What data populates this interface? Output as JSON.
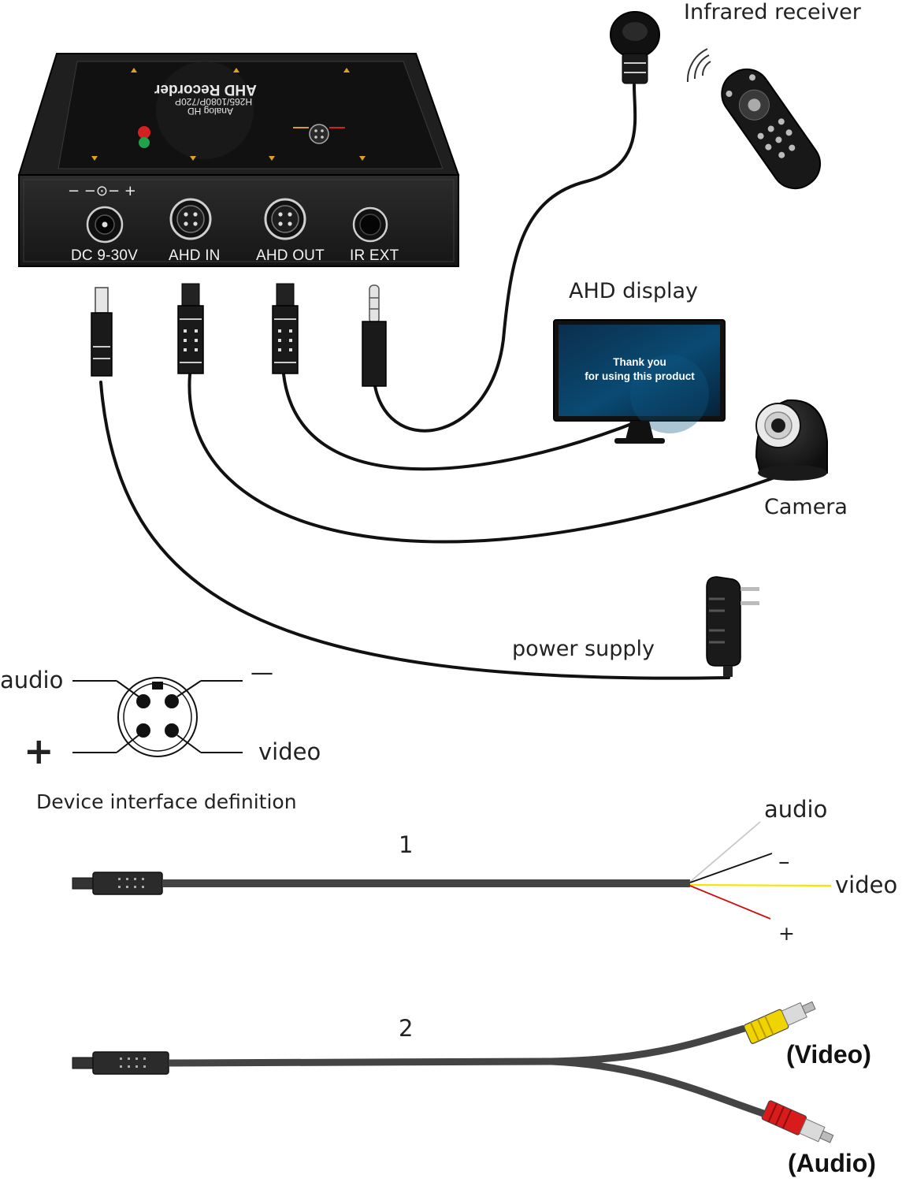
{
  "device": {
    "top_label_title": "AHD Recorder",
    "top_label_sub1": "H265/1080P/720P",
    "top_label_sub2": "Analog HD",
    "ports": [
      "DC 9-30V",
      "AHD IN",
      "AHD OUT",
      "IR EXT"
    ],
    "dc_symbol": "− −⊙− +"
  },
  "labels": {
    "infrared_receiver": "Infrared receiver",
    "ahd_display": "AHD display",
    "camera": "Camera",
    "power_supply": "power supply"
  },
  "screen": {
    "line1": "Thank you",
    "line2": "for using this product"
  },
  "interface": {
    "audio": "audio",
    "minus": "—",
    "plus": "+",
    "video": "video",
    "caption": "Device interface definition"
  },
  "cable1": {
    "number": "1",
    "audio": "audio",
    "minus": "–",
    "video": "video",
    "plus": "+"
  },
  "cable2": {
    "number": "2",
    "video": "(Video)",
    "audio": "(Audio)"
  },
  "colors": {
    "wire_audio": "#c8c8c8",
    "wire_minus": "#111111",
    "wire_video": "#f2e600",
    "wire_plus": "#cc1010",
    "rca_video": "#f0d400",
    "rca_audio": "#d81c1c"
  }
}
